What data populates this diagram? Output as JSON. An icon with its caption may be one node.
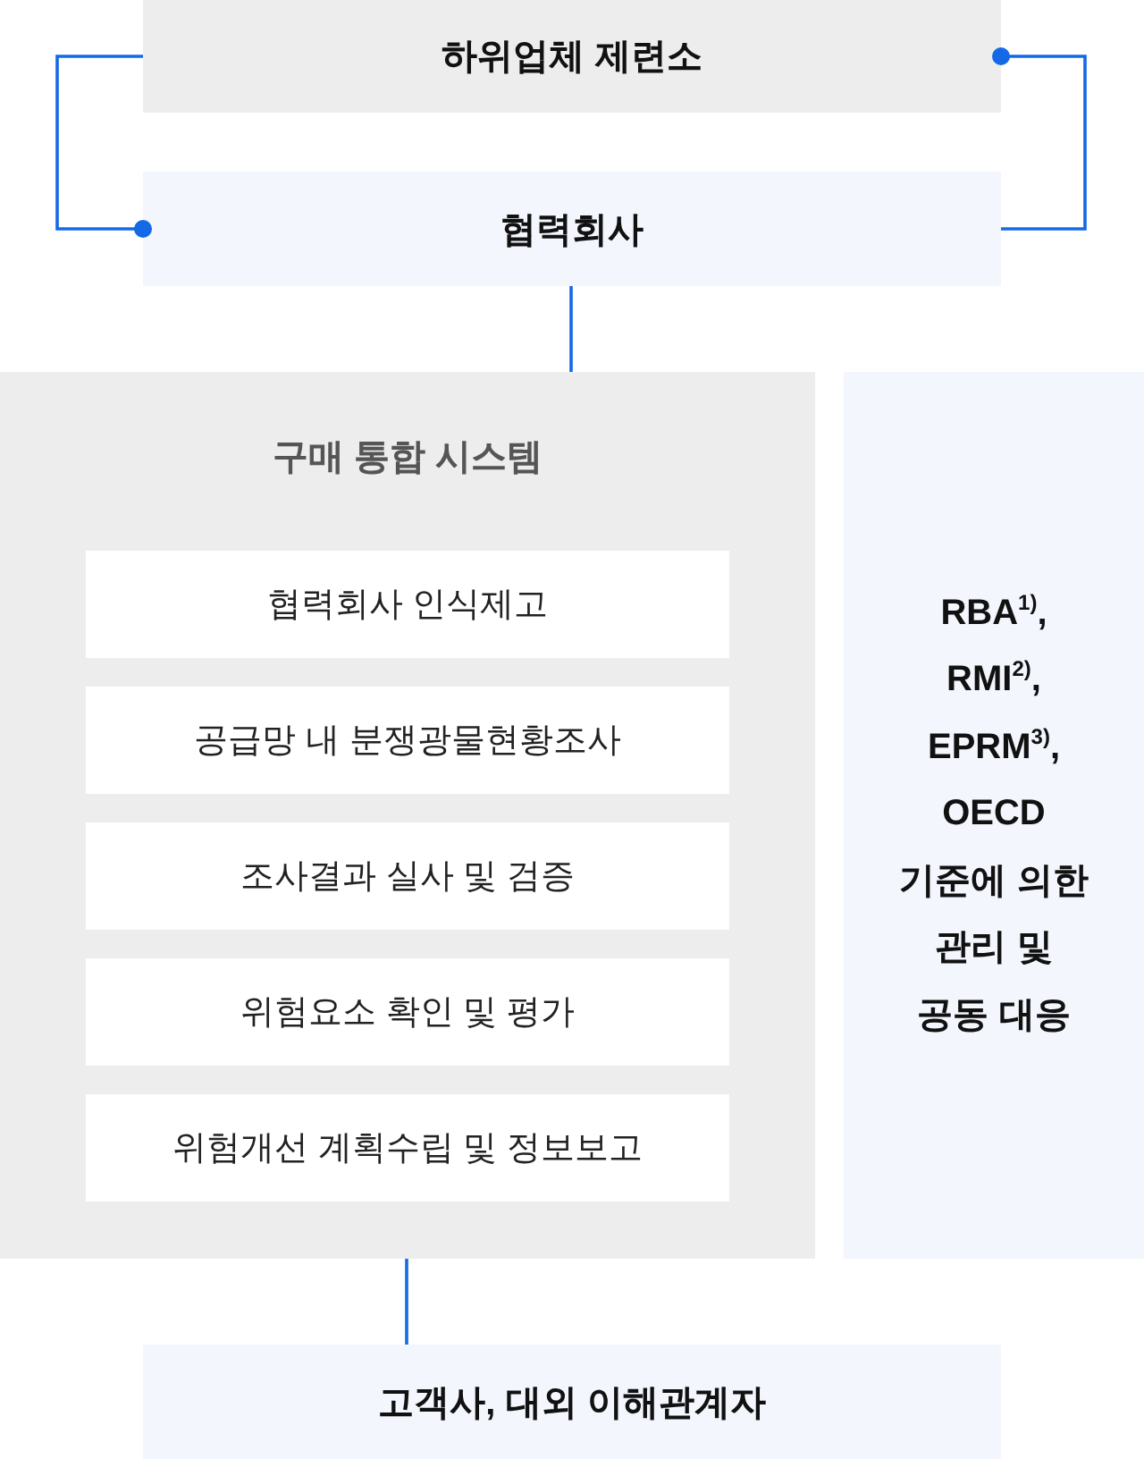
{
  "diagram": {
    "nodes": [
      {
        "text": [
          "하위업체 제련소"
        ]
      },
      {
        "text": [
          "협력회사"
        ]
      },
      {
        "text": [
          "구매 통합 시스템"
        ]
      },
      {
        "text": [
          "협력회사 인식제고"
        ],
        "in": 2
      },
      {
        "text": [
          "공급망 내 분쟁광물현황조사"
        ],
        "in": 2
      },
      {
        "text": [
          "조사결과 실사 및 검증"
        ],
        "in": 2
      },
      {
        "text": [
          "위험요소 확인 및 평가"
        ],
        "in": 2
      },
      {
        "text": [
          "위험개선 계획수립 및 정보보고"
        ],
        "in": 2
      },
      {
        "text": [
          "RBA$^{1)}$, RMI$^{2)}$, EPRM$^{3)}$, OECD 기준에 의한 관리 및 공동 대응"
        ]
      },
      {
        "text": [
          "고객사, 대외 이해관계자"
        ]
      }
    ],
    "edges": [
      {
        "from": 0,
        "to": 1,
        "arrow": "other"
      },
      {
        "from": 1,
        "to": 0,
        "arrow": "other"
      },
      {
        "from": 1,
        "to": 2,
        "arrow": "none"
      },
      {
        "from": 2,
        "to": 9,
        "arrow": "none"
      }
    ]
  }
}
